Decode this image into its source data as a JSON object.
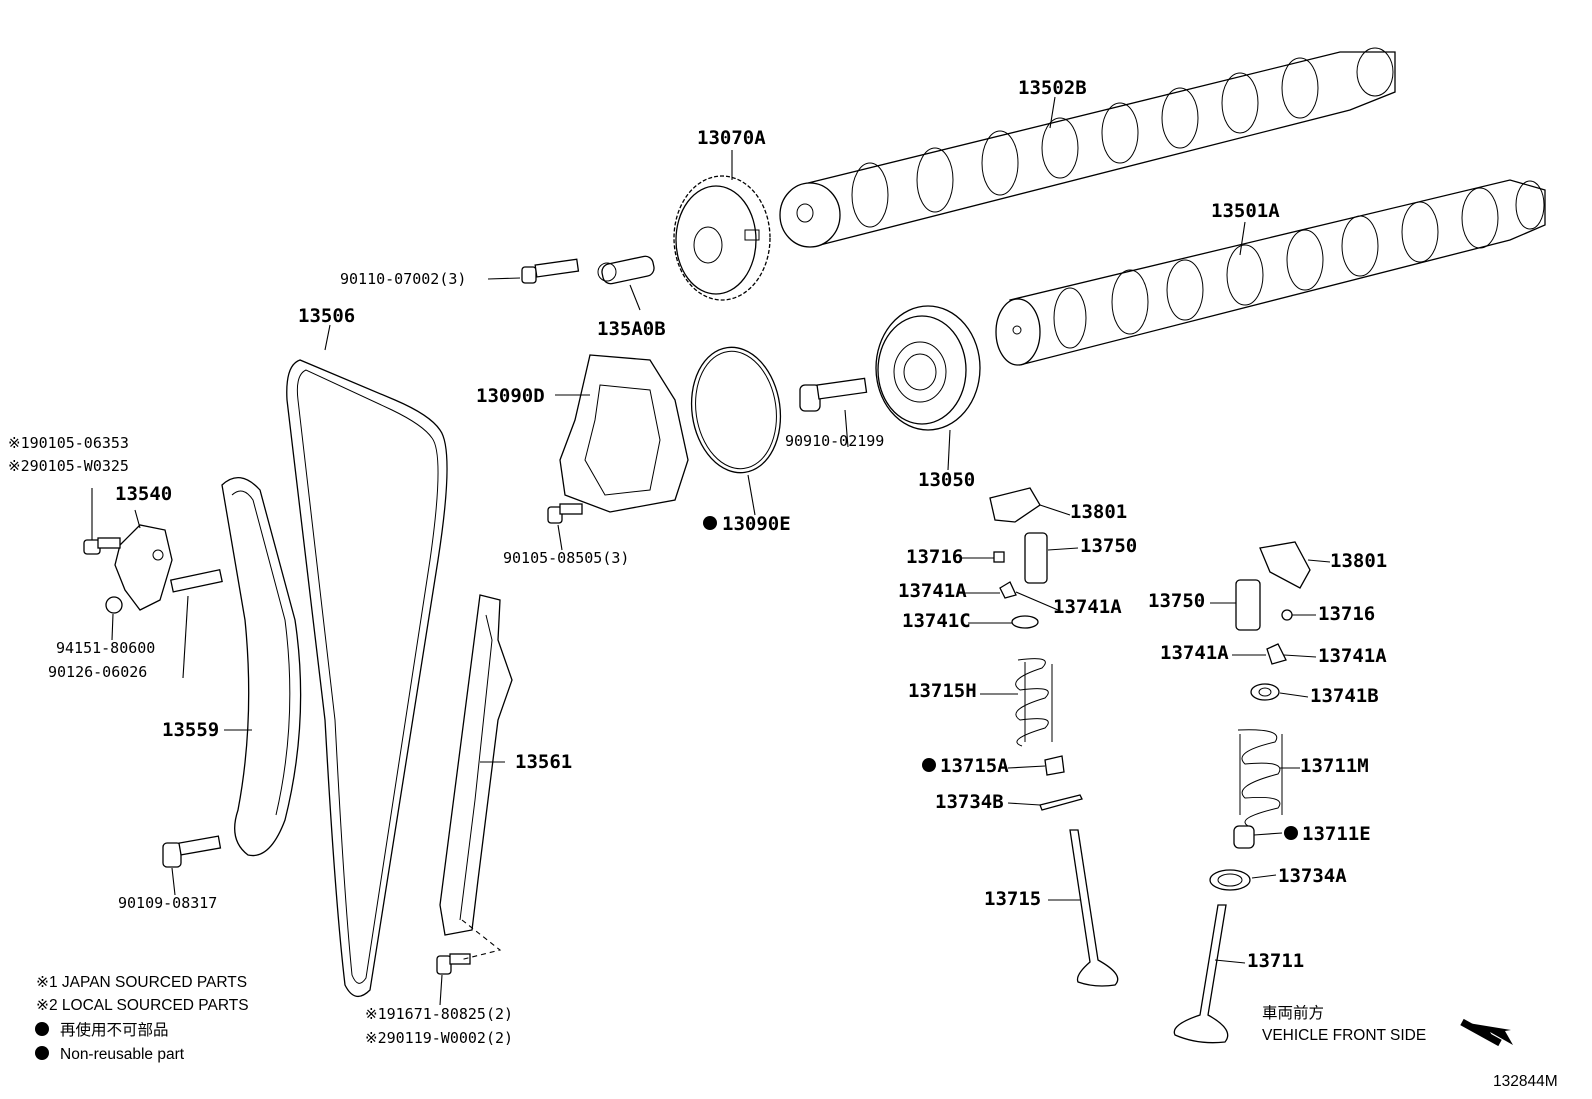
{
  "labels": {
    "p13502B": "13502B",
    "p13070A": "13070A",
    "p13501A": "13501A",
    "p90110": "90110-07002(3)",
    "p135A0B": "135A0B",
    "p13506": "13506",
    "p13090D": "13090D",
    "p90910": "90910-02199",
    "p13050": "13050",
    "p13090E": "13090E",
    "p90105_08505": "90105-08505(3)",
    "p13540": "13540",
    "p90105_06353": "※190105-06353",
    "p90105_W0325": "※290105-W0325",
    "p94151": "94151-80600",
    "p90126": "90126-06026",
    "p13559": "13559",
    "p13561": "13561",
    "p90109": "90109-08317",
    "p91671": "※191671-80825(2)",
    "p90119": "※290119-W0002(2)",
    "p13801_l": "13801",
    "p13750_l": "13750",
    "p13716_l": "13716",
    "p13741A_l1": "13741A",
    "p13741A_l2": "13741A",
    "p13741C": "13741C",
    "p13715H": "13715H",
    "p13715A": "13715A",
    "p13734B": "13734B",
    "p13715": "13715",
    "p13801_r": "13801",
    "p13750_r": "13750",
    "p13716_r": "13716",
    "p13741A_r1": "13741A",
    "p13741A_r2": "13741A",
    "p13741B": "13741B",
    "p13711M": "13711M",
    "p13711E": "13711E",
    "p13734A": "13734A",
    "p13711": "13711"
  },
  "legend": {
    "japan": "※1 JAPAN SOURCED PARTS",
    "local": "※2 LOCAL SOURCED PARTS",
    "nonreuse_jp": "再使用不可部品",
    "nonreuse_en": "Non-reusable part"
  },
  "direction": {
    "jp": "車両前方",
    "en": "VEHICLE FRONT SIDE"
  },
  "diagram_id": "132844M"
}
